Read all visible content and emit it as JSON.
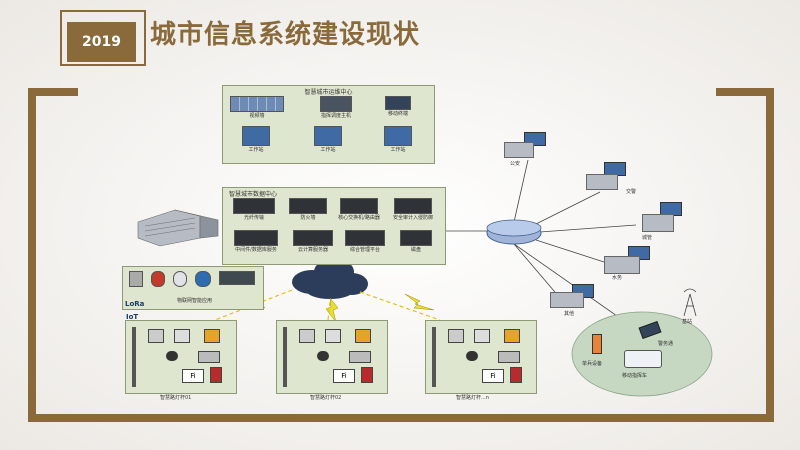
{
  "header": {
    "year": "2019",
    "title": "城市信息系统建设现状"
  },
  "ops_center": {
    "title": "智慧城市运维中心",
    "top_labels": [
      "视频墙",
      "指挥调度主机",
      "移动终端"
    ],
    "bottom_labels": [
      "工作站",
      "工作站",
      "工作站"
    ]
  },
  "data_center": {
    "title": "智慧城市数据中心",
    "top_labels": [
      "光纤传输",
      "防火墙",
      "核心交换机/路由器",
      "安全审计入侵防御"
    ],
    "bottom_labels": [
      "中间件/数据库服务",
      "云计算服务器",
      "综合管理平台",
      "磁盘"
    ]
  },
  "iot_box": {
    "label": "物联网智能应用",
    "logos": [
      "LoRa",
      "IoT"
    ]
  },
  "network_nodes": [
    "公安",
    "交警",
    "城管",
    "水务",
    "其他"
  ],
  "tower_label": "基站",
  "mobile_group": [
    "单兵设备",
    "警务通",
    "移动指挥车"
  ],
  "poles": [
    "智慧路灯杆01",
    "智慧路灯杆02",
    "智慧路灯杆...n"
  ],
  "pole_sign": "Fi",
  "colors": {
    "accent": "#8a6a3a",
    "panel": "#dfe6cf",
    "hub": "#9fb4d8",
    "cloud": "#2b3d5a",
    "bolt": "#e8e02a"
  }
}
